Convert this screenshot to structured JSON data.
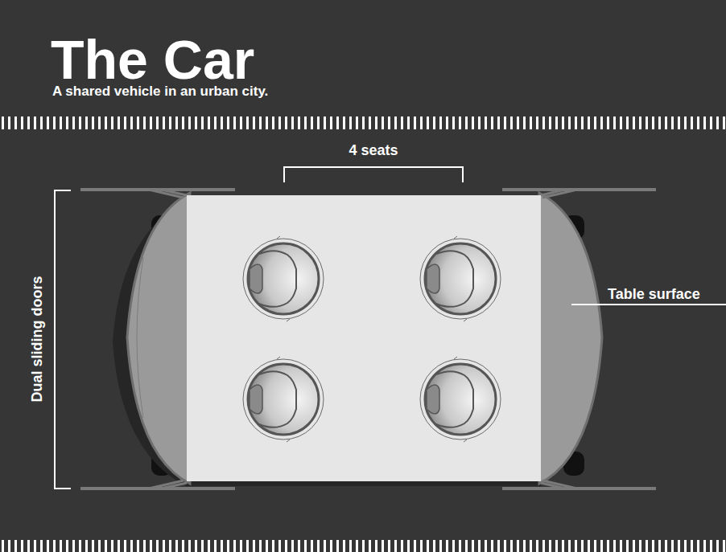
{
  "diagram": {
    "title": "The Car",
    "caption": "A shared vehicle in an urban city.",
    "labels": [
      "4 seats",
      "Dual sliding doors",
      "Table surface"
    ]
  }
}
